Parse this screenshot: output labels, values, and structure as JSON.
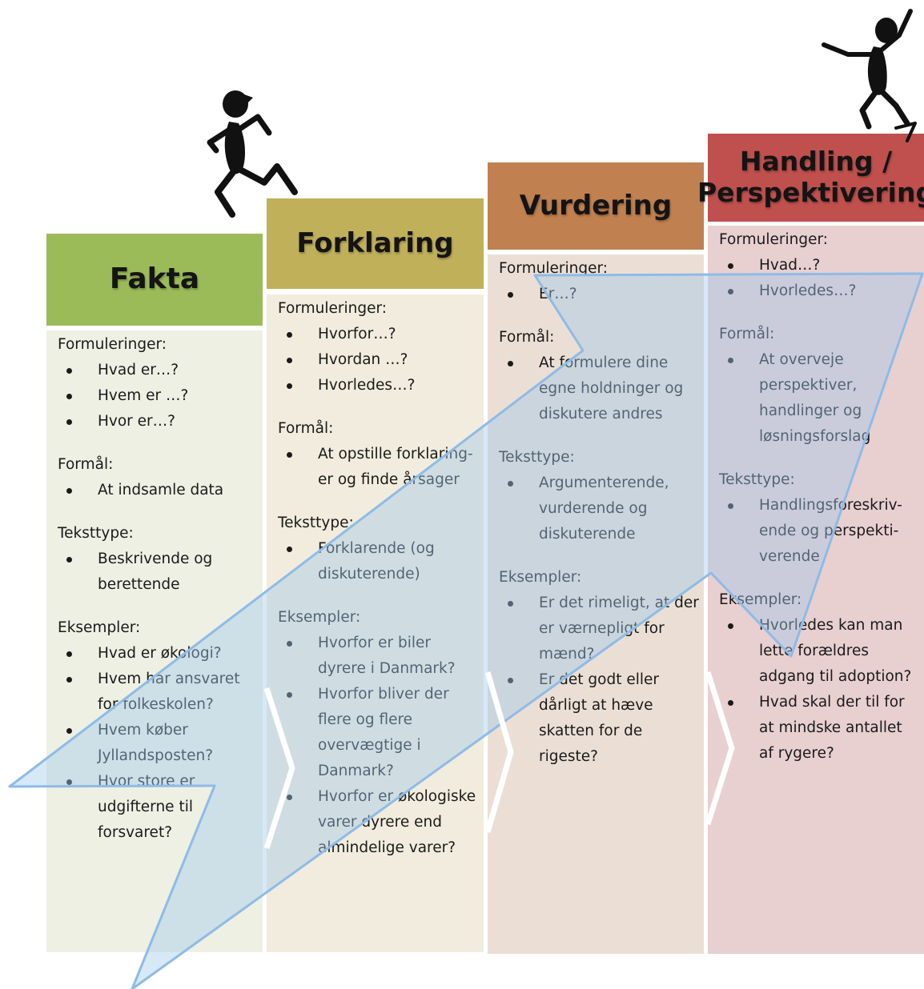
{
  "columns": [
    {
      "key": "fakta",
      "title": "Fakta",
      "color": "#9bbb59",
      "sections": [
        {
          "label": "Formuleringer:",
          "items": [
            "Hvad er…?",
            "Hvem er …?",
            "Hvor er…?"
          ]
        },
        {
          "label": "Formål:",
          "items": [
            "At indsamle data"
          ]
        },
        {
          "label": "Teksttype:",
          "items": [
            "Beskrivende og berettende"
          ]
        },
        {
          "label": "Eksempler:",
          "items": [
            "Hvad er økologi?",
            "Hvem har ansvaret for folkeskolen?",
            "Hvem køber Jyllandsposten?",
            "Hvor store er udgifterne til forsvaret?"
          ]
        }
      ]
    },
    {
      "key": "forklaring",
      "title": "Forklaring",
      "color": "#c0b05a",
      "sections": [
        {
          "label": "Formuleringer:",
          "items": [
            "Hvorfor…?",
            "Hvordan …?",
            "Hvorledes…?"
          ]
        },
        {
          "label": "Formål:",
          "items": [
            "At opstille forklaring-er og finde årsager"
          ]
        },
        {
          "label": "Teksttype:",
          "items": [
            "Forklarende (og diskuterende)"
          ]
        },
        {
          "label": "Eksempler:",
          "items": [
            "Hvorfor er biler dyrere i Danmark?",
            "Hvorfor bliver der flere og flere overvægtige i Danmark?",
            "Hvorfor er økologiske varer dyrere end almindelige varer?"
          ]
        }
      ]
    },
    {
      "key": "vurdering",
      "title": "Vurdering",
      "color": "#c0804f",
      "sections": [
        {
          "label": "Formuleringer:",
          "items": [
            "Er…?"
          ]
        },
        {
          "label": "Formål:",
          "items": [
            "At formulere dine egne holdninger og diskutere andres"
          ]
        },
        {
          "label": "Teksttype:",
          "items": [
            "Argumenterende, vurderende og diskuterende"
          ]
        },
        {
          "label": "Eksempler:",
          "items": [
            "Er det rimeligt, at der er værnepligt for mænd?",
            "Er det godt eller dårligt at hæve skatten for de rigeste?"
          ]
        }
      ]
    },
    {
      "key": "handling",
      "title": "Handling / Perspektivering",
      "color": "#c0504d",
      "sections": [
        {
          "label": "Formuleringer:",
          "items": [
            "Hvad…?",
            "Hvorledes…?"
          ]
        },
        {
          "label": "Formål:",
          "items": [
            "At overveje perspektiver, handlinger og løsningsforslag"
          ]
        },
        {
          "label": "Teksttype:",
          "items": [
            "Handlingsforeskriv-ende og perspekti-verende"
          ]
        },
        {
          "label": "Eksempler:",
          "items": [
            "Hvorledes kan man lette forældres adgang til adoption?",
            "Hvad skal der til for at mindske antallet af rygere?"
          ]
        }
      ]
    }
  ]
}
